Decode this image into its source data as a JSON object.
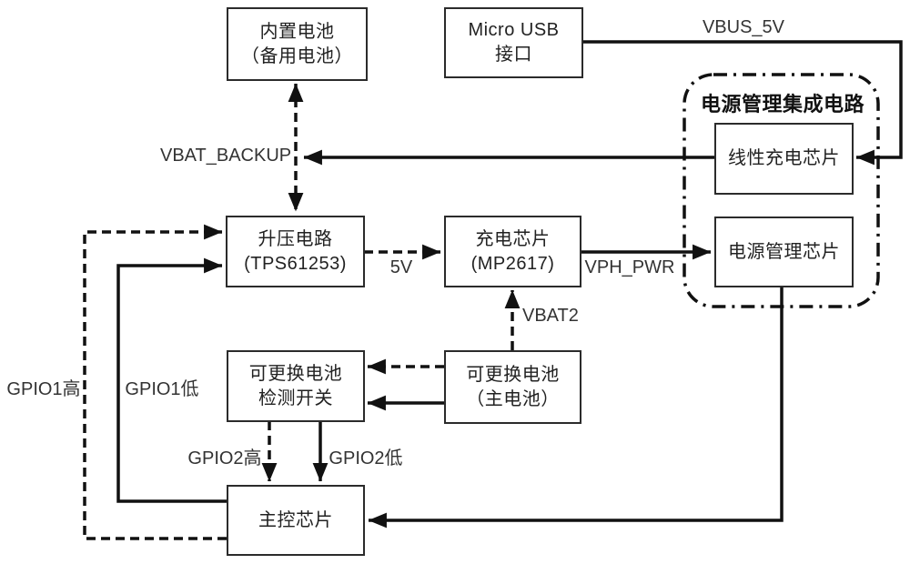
{
  "boxes": {
    "builtin_battery": {
      "line1": "内置电池",
      "line2": "（备用电池）"
    },
    "micro_usb": {
      "line1": "Micro USB",
      "line2": "接口"
    },
    "linear_charger": {
      "line1": "线性充电芯片"
    },
    "pmic_chip": {
      "line1": "电源管理芯片"
    },
    "boost": {
      "line1": "升压电路",
      "line2": "(TPS61253)"
    },
    "charge_chip": {
      "line1": "充电芯片",
      "line2": "(MP2617)"
    },
    "battery_switch": {
      "line1": "可更换电池",
      "line2": "检测开关"
    },
    "main_battery": {
      "line1": "可更换电池",
      "line2": "（主电池）"
    },
    "mcu": {
      "line1": "主控芯片"
    }
  },
  "container": {
    "label": "电源管理集成电路"
  },
  "signals": {
    "vbus": "VBUS_5V",
    "vbat_backup": "VBAT_BACKUP",
    "v5": "5V",
    "vph_pwr": "VPH_PWR",
    "vbat2": "VBAT2",
    "gpio1_high": "GPIO1高",
    "gpio1_low": "GPIO1低",
    "gpio2_high": "GPIO2高",
    "gpio2_low": "GPIO2低"
  },
  "colors": {
    "line": "#111111",
    "box_border": "#2b2b2b",
    "text": "#222222",
    "background": "#ffffff"
  }
}
